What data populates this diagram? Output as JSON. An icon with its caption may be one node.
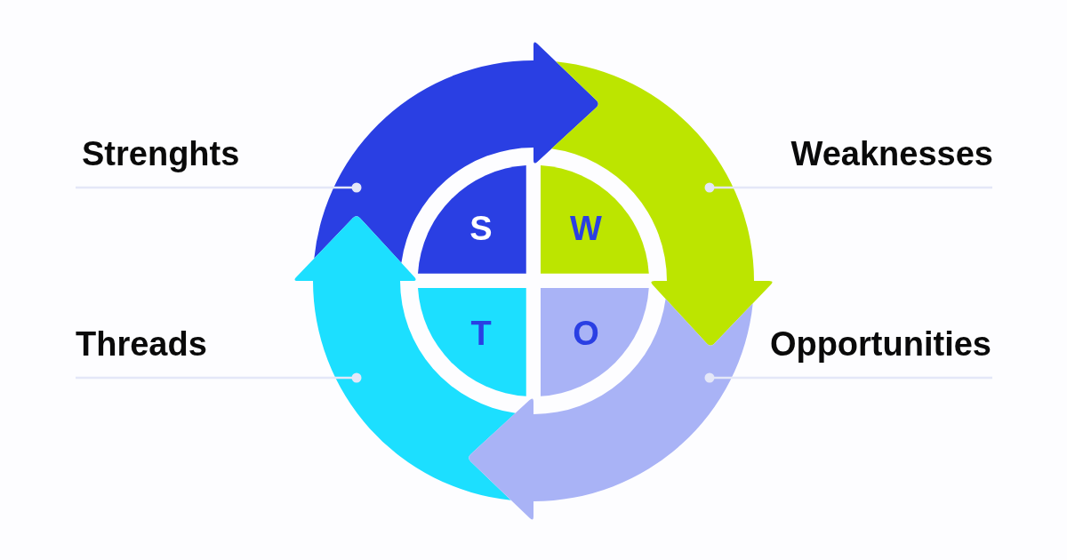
{
  "diagram": {
    "nodes": [
      {
        "text": [
          "Strenghts"
        ]
      },
      {
        "text": [],
        "shape": "arrow"
      },
      {
        "text": [],
        "shape": "arrow"
      },
      {
        "text": [
          "Weaknesses"
        ]
      },
      {
        "text": [
          "S"
        ]
      },
      {
        "text": [
          "W"
        ]
      },
      {
        "text": [
          "T"
        ]
      },
      {
        "text": [
          "O"
        ]
      },
      {
        "text": [
          "Threads"
        ]
      },
      {
        "text": [],
        "shape": "arrow"
      },
      {
        "text": [],
        "shape": "arrow"
      },
      {
        "text": [
          "Opportunities"
        ]
      }
    ],
    "edges": [
      {
        "from": 0,
        "to": 1,
        "arrow": "other"
      },
      {
        "from": 3,
        "to": 2,
        "arrow": "other"
      },
      {
        "from": 8,
        "to": 9,
        "arrow": "other"
      },
      {
        "from": 11,
        "to": 10,
        "arrow": "other"
      }
    ]
  }
}
